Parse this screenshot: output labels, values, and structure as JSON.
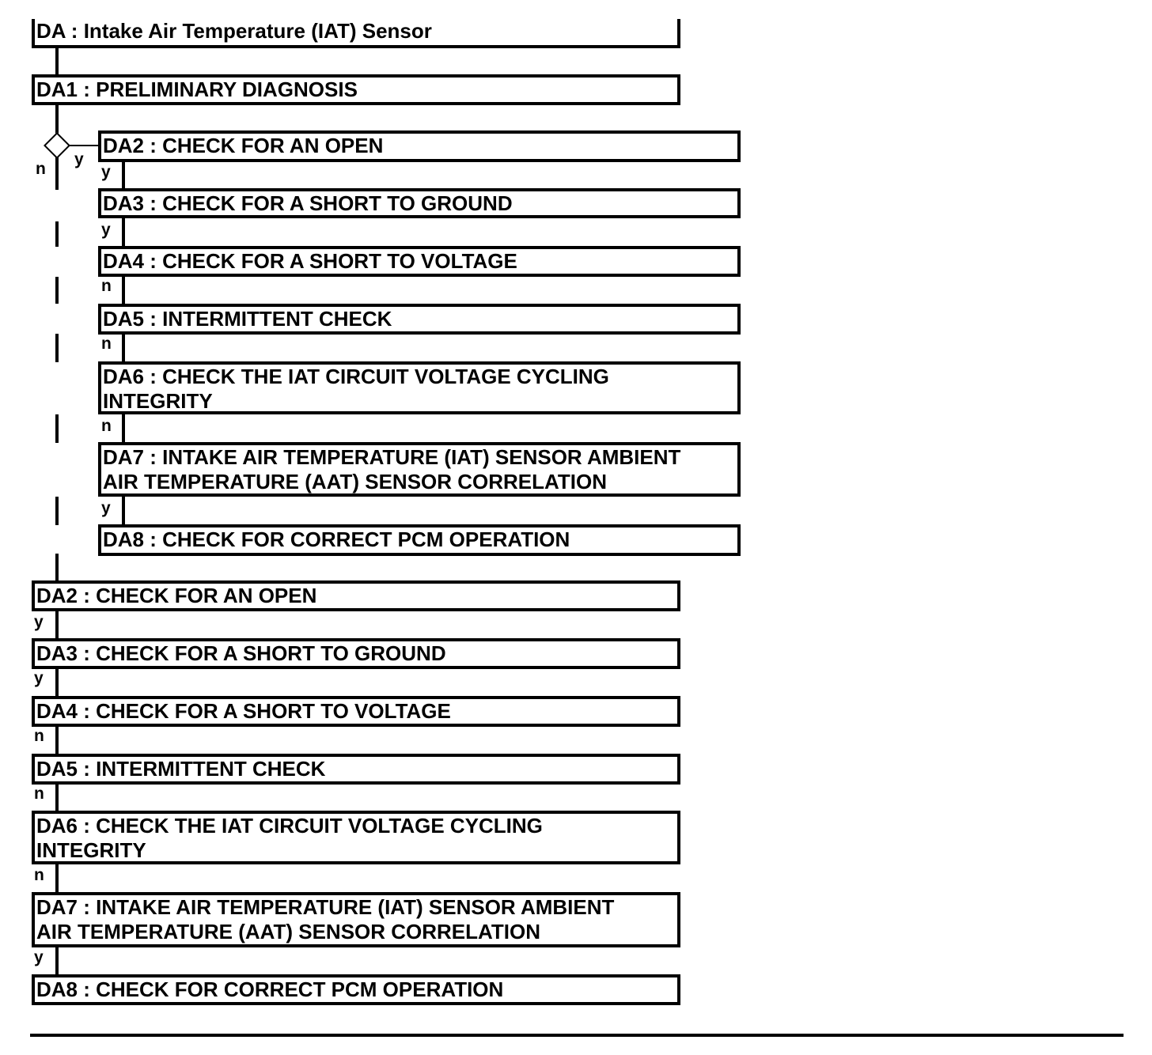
{
  "title": "DA : Intake Air Temperature (IAT) Sensor",
  "preliminary": "DA1 : PRELIMINARY DIAGNOSIS",
  "decision": {
    "no_label": "n",
    "yes_label": "y"
  },
  "branch_steps": [
    {
      "text": "DA2 : CHECK FOR AN OPEN",
      "link": "y"
    },
    {
      "text": "DA3 : CHECK FOR A SHORT TO GROUND",
      "link": "y"
    },
    {
      "text": "DA4 : CHECK FOR A SHORT TO VOLTAGE",
      "link": "n"
    },
    {
      "text": "DA5 : INTERMITTENT CHECK",
      "link": "n"
    },
    {
      "text_line1": "DA6 : CHECK THE IAT CIRCUIT VOLTAGE CYCLING",
      "text_line2": "INTEGRITY",
      "link": "n"
    },
    {
      "text_line1": "DA7 : INTAKE AIR TEMPERATURE (IAT) SENSOR AMBIENT",
      "text_line2": "AIR TEMPERATURE (AAT) SENSOR CORRELATION",
      "link": "y"
    },
    {
      "text": "DA8 : CHECK FOR CORRECT PCM OPERATION"
    }
  ],
  "main_steps": [
    {
      "text": "DA2 : CHECK FOR AN OPEN",
      "link": "y"
    },
    {
      "text": "DA3 : CHECK FOR A SHORT TO GROUND",
      "link": "y"
    },
    {
      "text": "DA4 : CHECK FOR A SHORT TO VOLTAGE",
      "link": "n"
    },
    {
      "text": "DA5 : INTERMITTENT CHECK",
      "link": "n"
    },
    {
      "text_line1": "DA6 : CHECK THE IAT CIRCUIT VOLTAGE CYCLING",
      "text_line2": "INTEGRITY",
      "link": "n"
    },
    {
      "text_line1": "DA7 : INTAKE AIR TEMPERATURE (IAT) SENSOR AMBIENT",
      "text_line2": "AIR TEMPERATURE (AAT) SENSOR CORRELATION",
      "link": "y"
    },
    {
      "text": "DA8 : CHECK FOR CORRECT PCM OPERATION"
    }
  ]
}
